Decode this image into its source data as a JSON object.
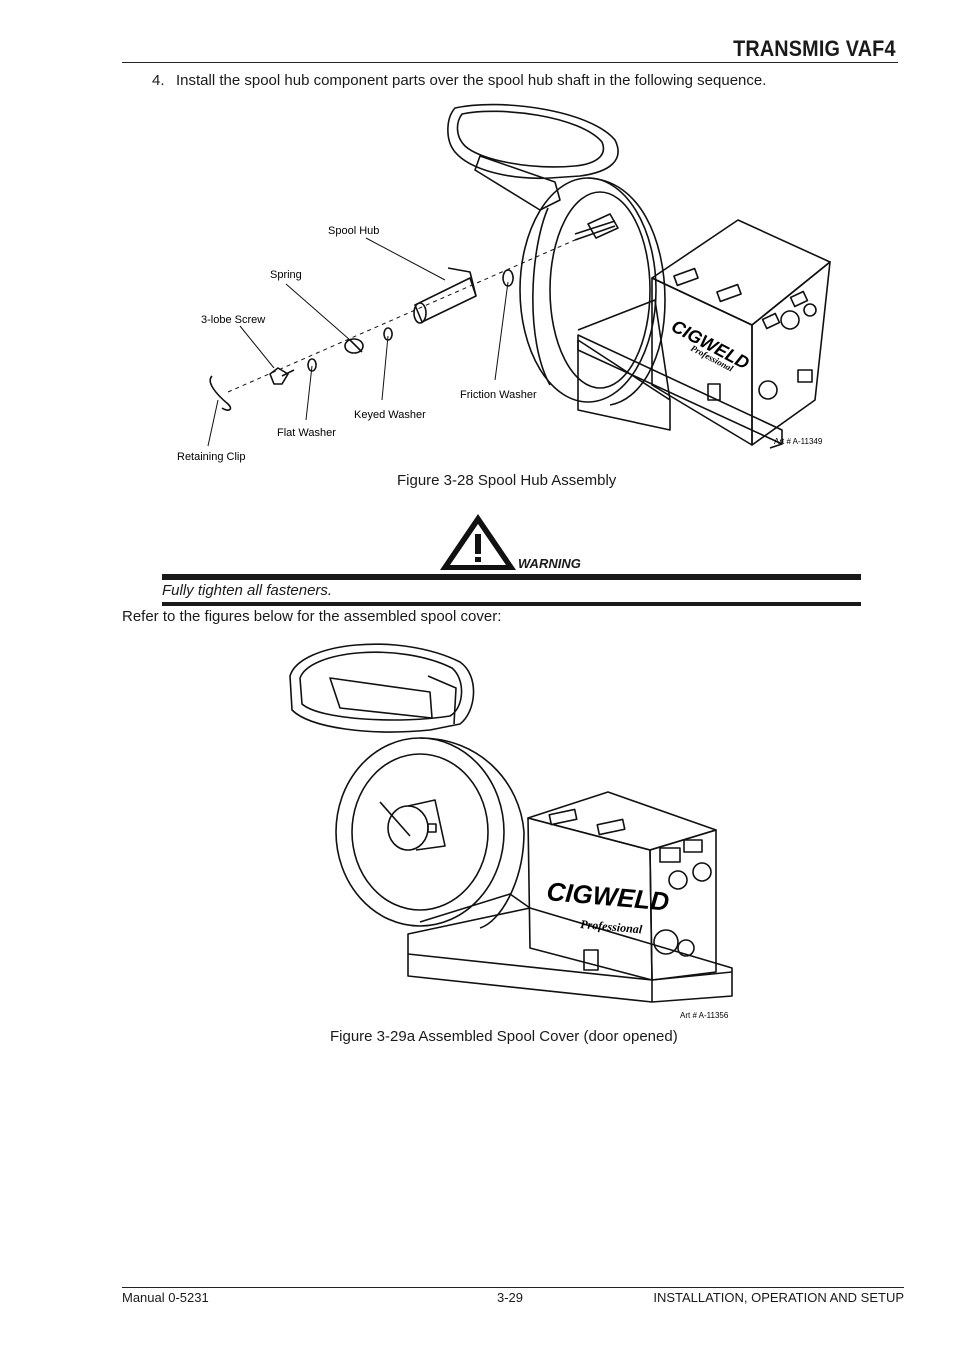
{
  "header": {
    "title": "TRANSMIG VAF4"
  },
  "step": {
    "number": "4.",
    "text": "Install the spool hub component parts over the spool hub shaft in the following sequence."
  },
  "figure1": {
    "labels": {
      "spool_hub": "Spool Hub",
      "spring": "Spring",
      "screw": "3-lobe  Screw",
      "friction_washer": "Friction Washer",
      "keyed_washer": "Keyed Washer",
      "flat_washer": "Flat Washer",
      "retaining_clip": "Retaining Clip"
    },
    "art_number": "Art # A-11349",
    "brand": "CIGWELD",
    "brand_sub": "Professional",
    "caption": "Figure 3-28 Spool Hub Assembly"
  },
  "warning": {
    "word": "WARNING",
    "text": "Fully tighten all fasteners."
  },
  "refer_text": "Refer to the figures below for the assembled spool cover:",
  "figure2": {
    "art_number": "Art # A-11356",
    "brand": "CIGWELD",
    "brand_sub": "Professional",
    "caption": "Figure 3-29a Assembled Spool Cover (door opened)"
  },
  "footer": {
    "left": "Manual 0-5231",
    "center": "3-29",
    "right": "INSTALLATION, OPERATION AND SETUP"
  }
}
